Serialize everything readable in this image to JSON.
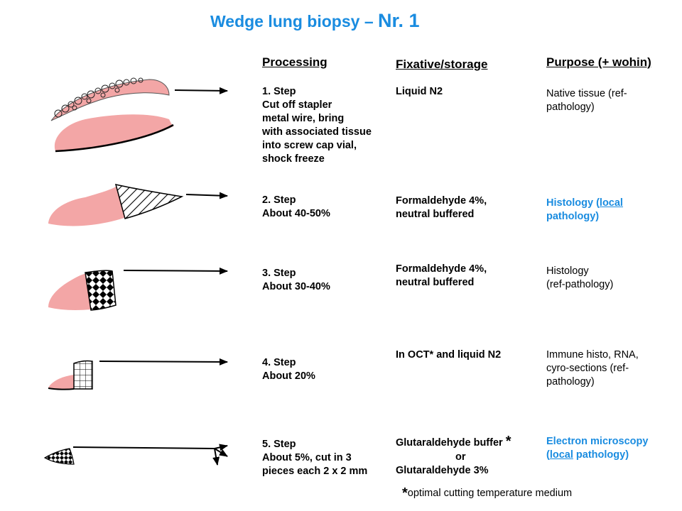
{
  "title": {
    "main": "Wedge lung biopsy",
    "dash": "–",
    "nr": "Nr. 1"
  },
  "headers": {
    "processing": "Processing",
    "fixative": "Fixative/storage",
    "purpose": "Purpose (+ wohin)"
  },
  "steps": [
    {
      "processing": "1. Step\nCut off stapler\nmetal wire, bring\nwith associated tissue\ninto screw cap vial,\nshock freeze",
      "fixative": "Liquid N2",
      "purpose": "Native tissue (ref-\npathology)"
    },
    {
      "processing": "2. Step\nAbout 40-50%",
      "fixative": "Formaldehyde 4%,\nneutral buffered",
      "purpose_pre": "Histology (",
      "purpose_link": "local",
      "purpose_post": "\npathology)"
    },
    {
      "processing": "3. Step\nAbout 30-40%",
      "fixative": "Formaldehyde 4%,\nneutral buffered",
      "purpose": "Histology\n(ref-pathology)"
    },
    {
      "processing": "4. Step\nAbout 20%",
      "fixative": "In OCT* and liquid N2",
      "purpose": "Immune histo, RNA,\ncyro-sections (ref-\npathology)"
    },
    {
      "processing": "5. Step\nAbout 5%, cut in 3\npieces each 2 x 2 mm",
      "fixative_line1": "Glutaraldehyde buffer",
      "fixative_star": "*",
      "fixative_line2": "or",
      "fixative_line3": "Glutaraldehyde 3%",
      "purpose_line1": "Electron microscopy",
      "purpose_link": "local",
      "purpose_post": " pathology)",
      "purpose_open": "("
    }
  ],
  "footnote": {
    "star": "*",
    "text": "optimal cutting temperature medium"
  },
  "colors": {
    "tissue_pink": "#f3a6a6",
    "title_blue": "#1a8ce0",
    "text": "#000000"
  }
}
